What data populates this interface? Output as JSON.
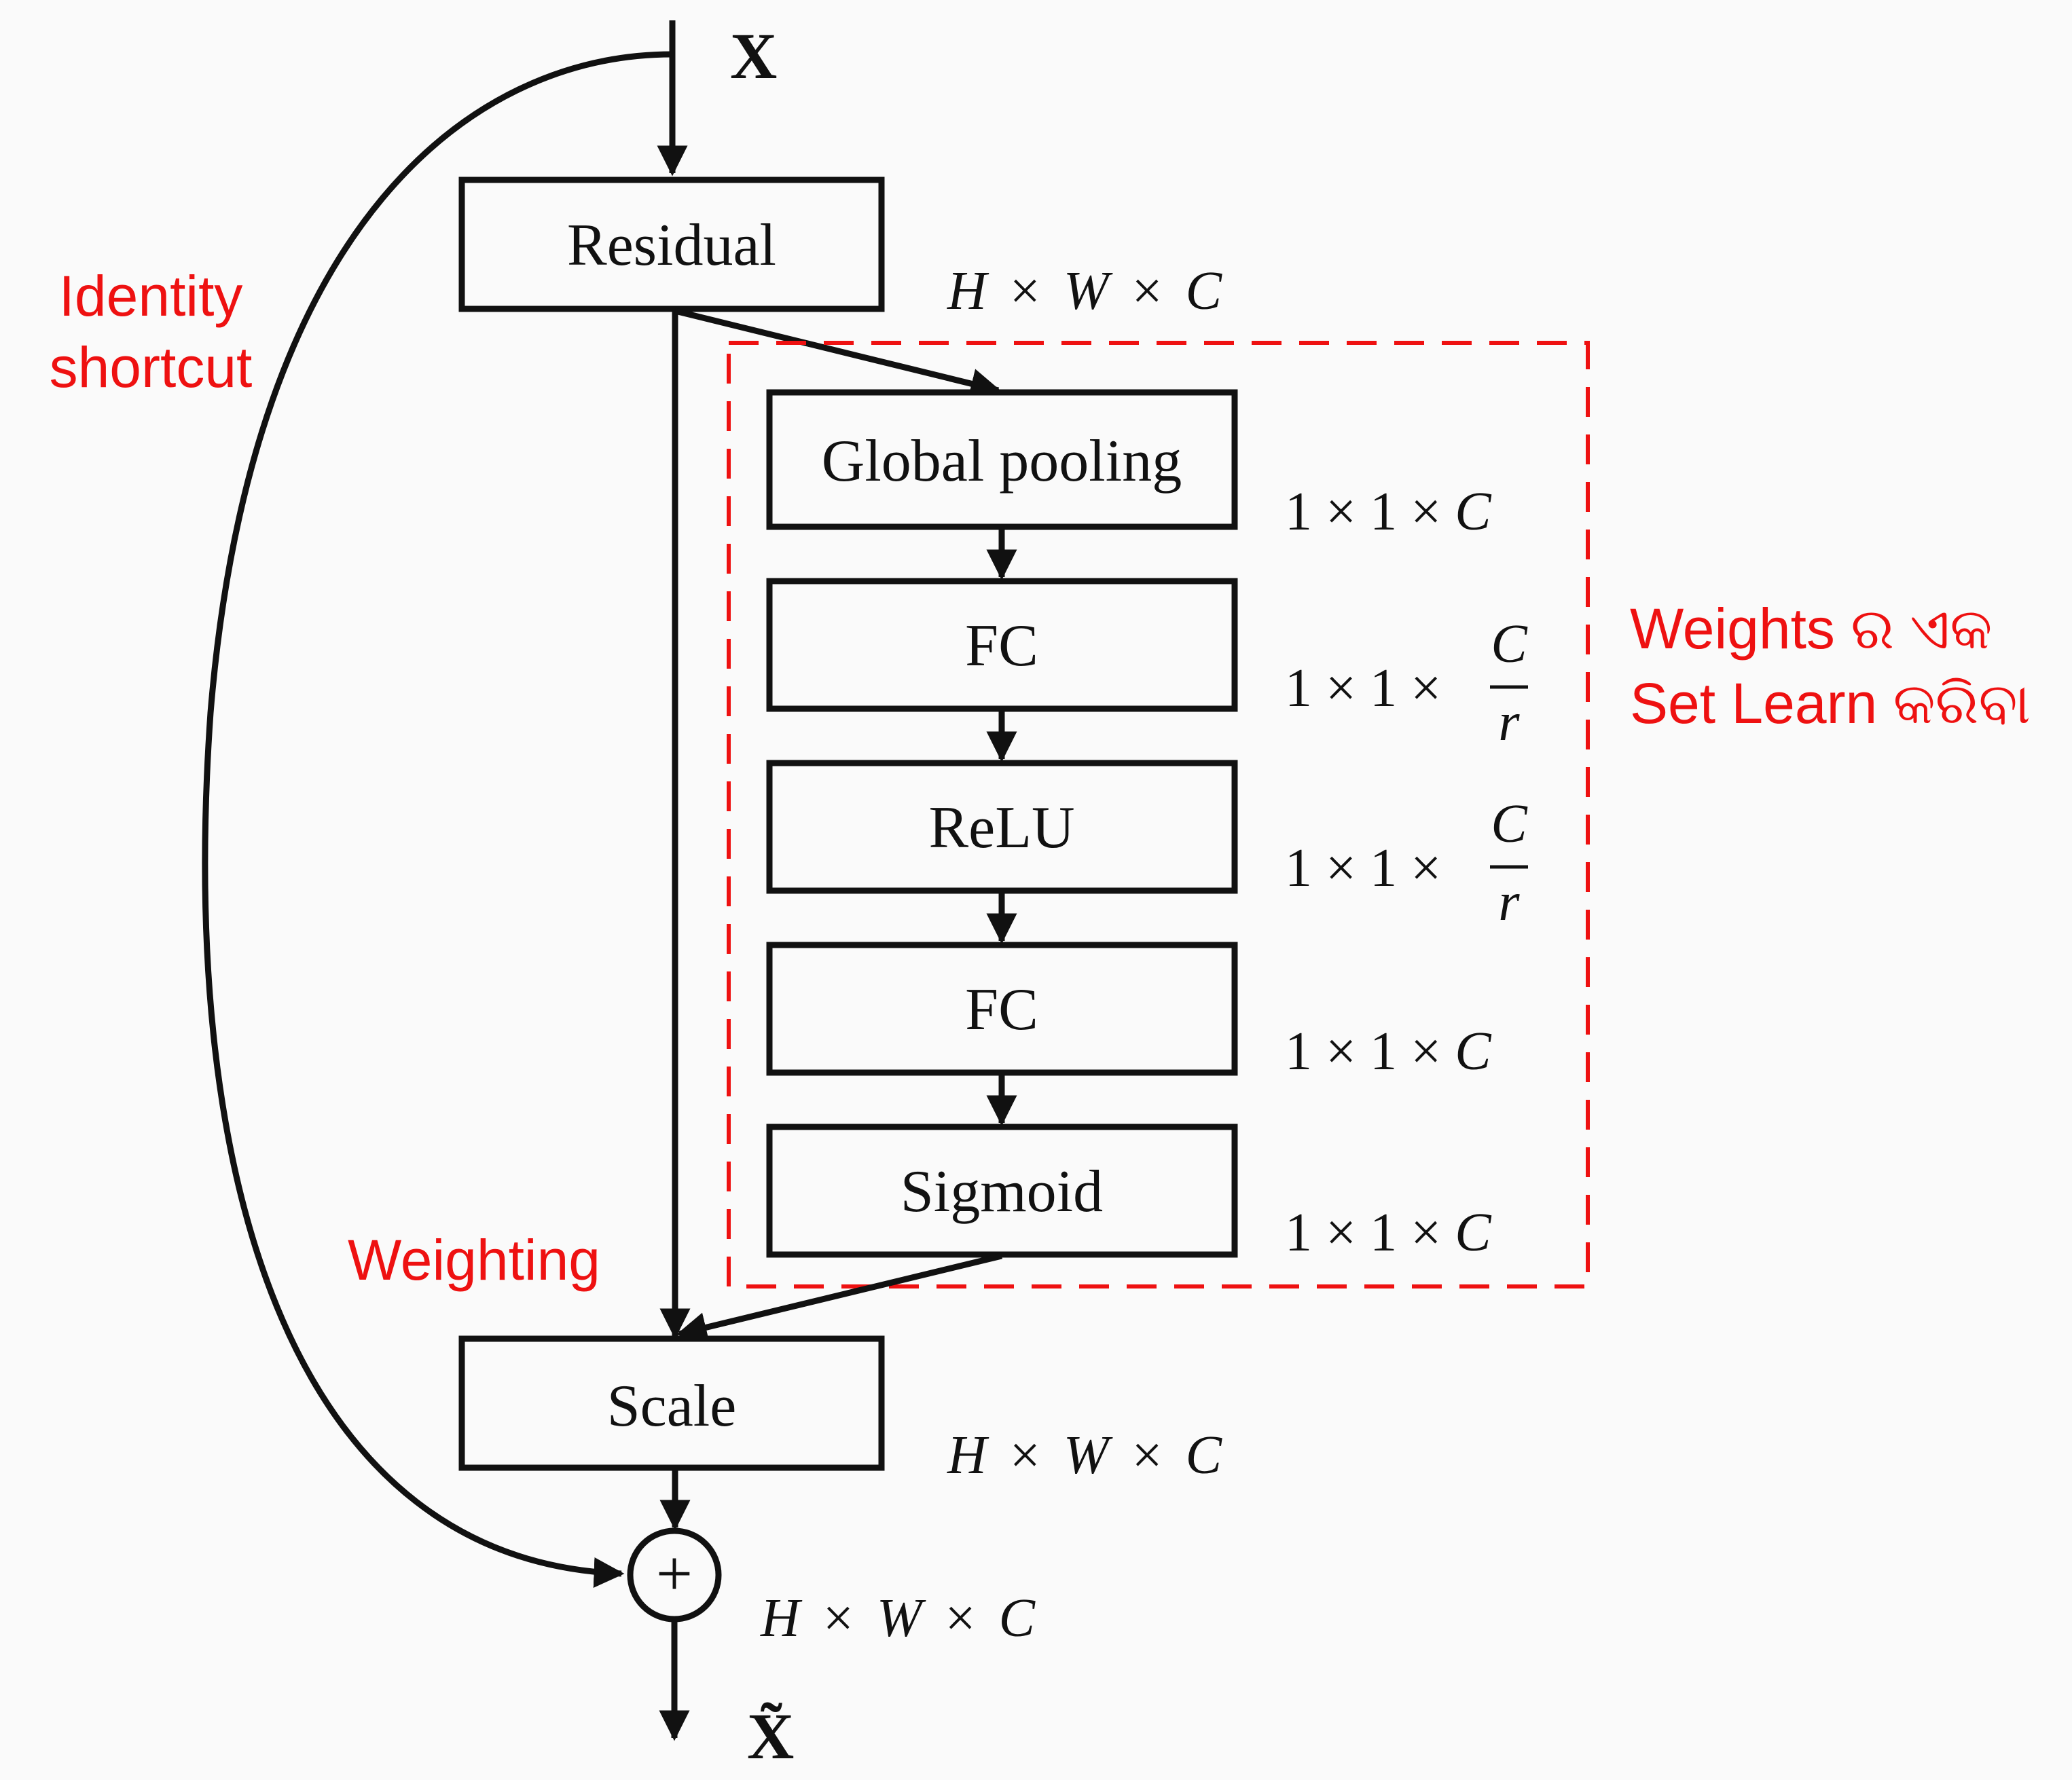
{
  "input_label": "X",
  "output_label": "X̃",
  "blocks": {
    "residual": "Residual",
    "global_pooling": "Global pooling",
    "fc1": "FC",
    "relu": "ReLU",
    "fc2": "FC",
    "sigmoid": "Sigmoid",
    "scale": "Scale"
  },
  "adder_symbol": "+",
  "dims": {
    "residual_out": {
      "a": "H",
      "b": "W",
      "c": "C",
      "op": "×"
    },
    "pooling": {
      "pre": "1 × 1 × ",
      "var": "C"
    },
    "fc1": {
      "pre": "1 × 1 × ",
      "num": "C",
      "den": "r"
    },
    "relu": {
      "pre": "1 × 1 × ",
      "num": "C",
      "den": "r"
    },
    "fc2": {
      "pre": "1 × 1 × ",
      "var": "C"
    },
    "sigmoid": {
      "pre": "1 × 1 × ",
      "var": "C"
    },
    "scale_out": {
      "a": "H",
      "b": "W",
      "c": "C",
      "op": "×"
    },
    "sum_out": {
      "a": "H",
      "b": "W",
      "c": "C",
      "op": "×"
    }
  },
  "annotations": {
    "identity_line1": "Identity",
    "identity_line2": "shortcut",
    "weighting": "Weighting",
    "learn_line1": "Weights ର ଏକ",
    "learn_line2": "Set Learn କରିବା"
  },
  "colors": {
    "annotation": "#ee1111",
    "line": "#111111"
  }
}
